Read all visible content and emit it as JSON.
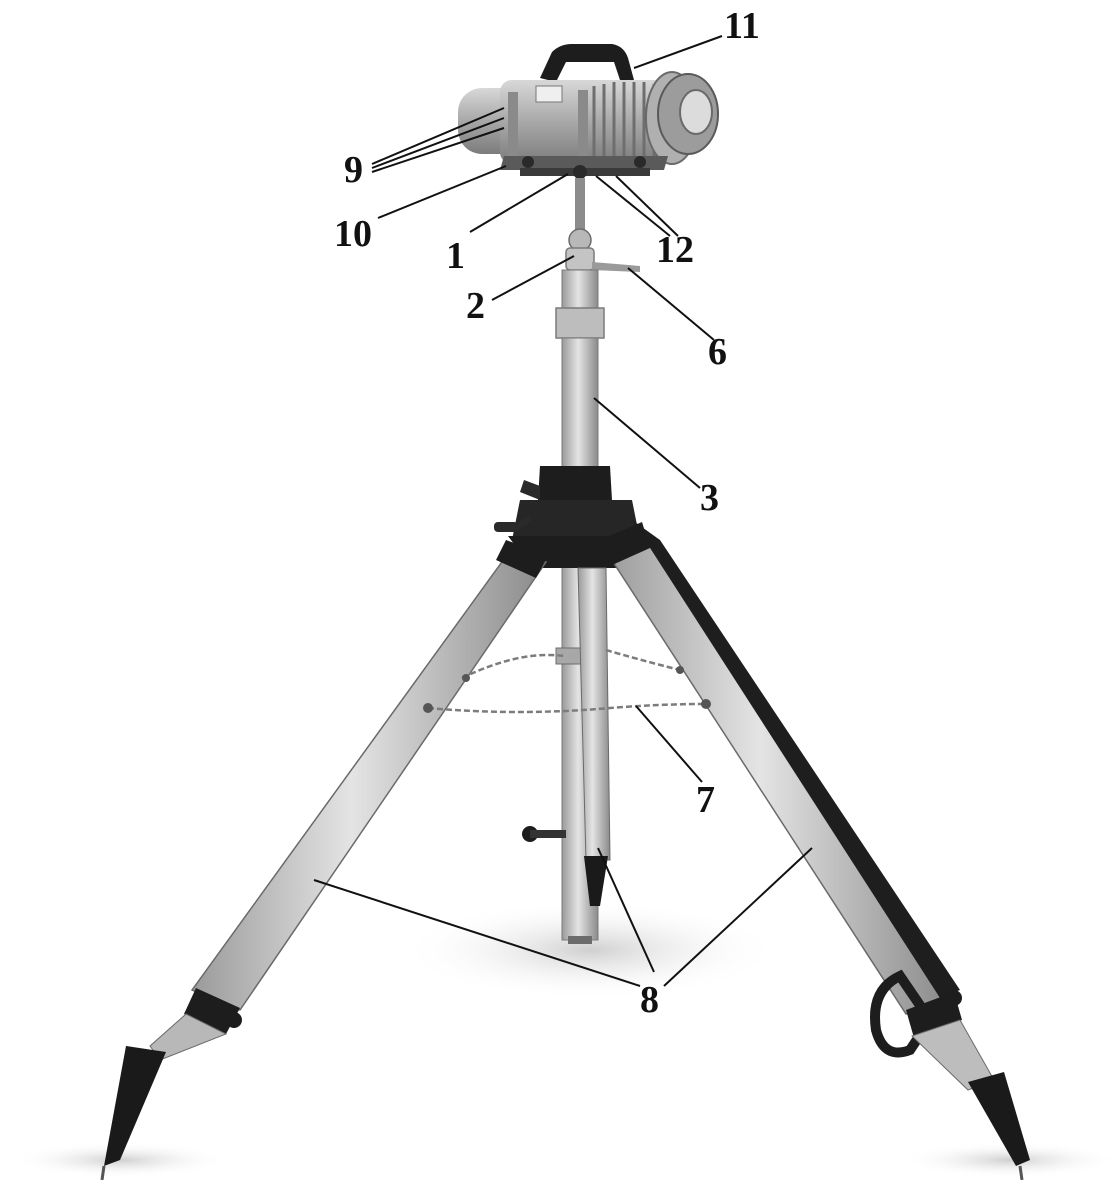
{
  "figure": {
    "callouts": [
      {
        "id": "c1",
        "text": "1"
      },
      {
        "id": "c2",
        "text": "2"
      },
      {
        "id": "c3",
        "text": "3"
      },
      {
        "id": "c6",
        "text": "6"
      },
      {
        "id": "c7",
        "text": "7"
      },
      {
        "id": "c8",
        "text": "8"
      },
      {
        "id": "c9",
        "text": "9"
      },
      {
        "id": "c10",
        "text": "10"
      },
      {
        "id": "c11",
        "text": "11"
      },
      {
        "id": "c12",
        "text": "12"
      }
    ]
  },
  "colors": {
    "background": "#ffffff",
    "aluminum": "#c9c9c9",
    "aluminum_dark": "#8e8e8e",
    "black_parts": "#1d1d1d",
    "leader_lines": "#111111",
    "floor_shadow": "#d6d6d6"
  }
}
